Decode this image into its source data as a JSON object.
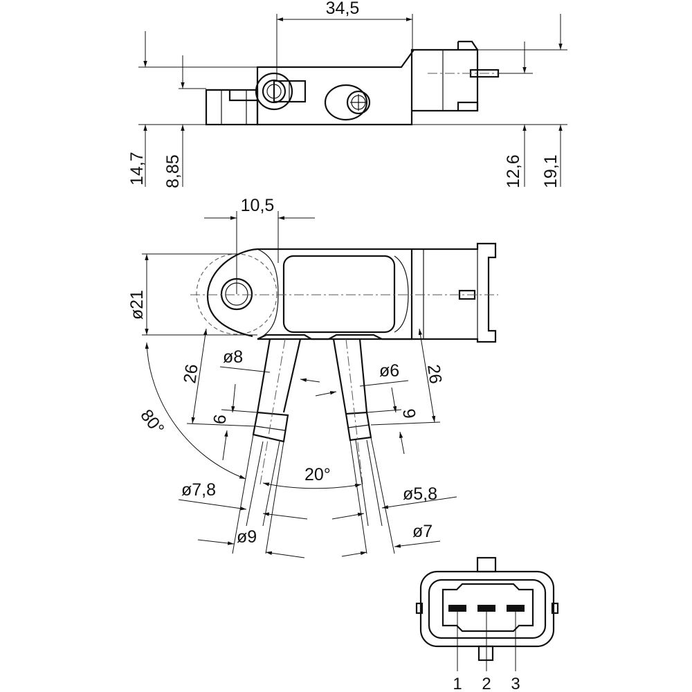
{
  "dimensions": {
    "top_width": "34,5",
    "height_total_left": "14,7",
    "height_port_left": "8,85",
    "height_connector_right": "12,6",
    "height_total_right": "19,1",
    "boss_offset": "10,5",
    "boss_diameter": "ø21",
    "port_left_length": "26",
    "port_right_length": "26",
    "port_left_outer_dia": "ø8",
    "port_right_outer_dia": "ø6",
    "port_left_barb_len": "6",
    "port_right_barb_len": "9",
    "angle_total": "80°",
    "angle_between_ports": "20°",
    "port_left_bore": "ø7,8",
    "port_right_bore": "ø5,8",
    "port_left_barb_dia": "ø9",
    "port_right_barb_dia": "ø7"
  },
  "connector_pins": [
    "1",
    "2",
    "3"
  ]
}
